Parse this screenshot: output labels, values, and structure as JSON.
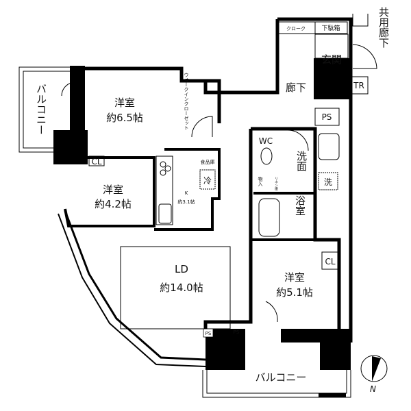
{
  "rooms": {
    "western1": {
      "name": "洋室",
      "size": "約6.5帖"
    },
    "western2": {
      "name": "洋室",
      "size": "約4.2帖"
    },
    "western3": {
      "name": "洋室",
      "size": "約5.1帖"
    },
    "ld": {
      "name": "LD",
      "size": "約14.0帖"
    },
    "kitchen": {
      "name": "K",
      "size": "約3.1帖"
    },
    "hall": "廊下",
    "entrance": "玄関",
    "common_corridor": "共用廊下",
    "tr": "TR",
    "ps": "PS",
    "wc": "WC",
    "washroom": "洗面",
    "washer": "洗",
    "bath": "浴室",
    "storage": "物入",
    "linen": "リネン庫",
    "fridge": "冷",
    "pantry": "食品庫",
    "cl1": "CL",
    "cl2": "CL",
    "wic": "ウォークインクローゼット",
    "cloak": "クローク",
    "shoebox": "下駄箱",
    "balcony_left": "バルコニー",
    "balcony_bottom": "バルコニー",
    "ps_bottom1": "PS",
    "ps_bottom2": "PS"
  },
  "compass": {
    "label": "N"
  }
}
